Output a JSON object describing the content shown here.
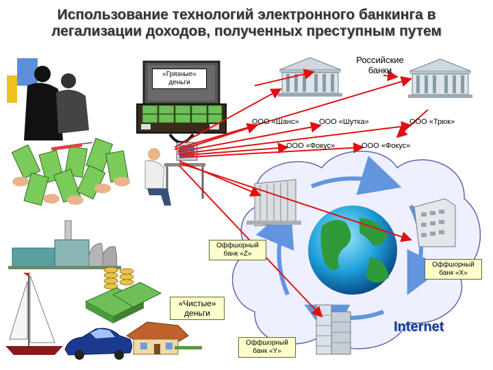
{
  "title": {
    "line1": "Использование технологий электронного банкинга в",
    "line2": "легализации доходов, полученных преступным путем"
  },
  "labels": {
    "dirty_money_line1": "«Грязные»",
    "dirty_money_line2": "деньги",
    "russian_banks_line1": "Российские",
    "russian_banks_line2": "банки",
    "clean_money_line1": "«Чистые»",
    "clean_money_line2": "деньги",
    "offshore_z_line1": "Оффшорный",
    "offshore_z_line2": "банк «Z»",
    "offshore_x_line1": "Оффшорный",
    "offshore_x_line2": "банк «X»",
    "offshore_y_line1": "Оффшорный",
    "offshore_y_line2": "банк «Y»",
    "internet": "Internet"
  },
  "companies": {
    "shans": "ООО «Шанс»",
    "shutka": "ООО «Шутка»",
    "tryuk": "ООО «Трюк»",
    "fokus1": "ООО «Фокус»",
    "fokus2": "ООО «Фокус»"
  },
  "colors": {
    "arrow_red": "#e01010",
    "cloud_fill": "#eef0ff",
    "cloud_stroke": "#5b64b0",
    "cycle_arrow": "#4a86d8",
    "label_box": "#ffffcc"
  },
  "icons": [
    "bank-building-icon",
    "briefcase-icon",
    "money-bill-icon",
    "computer-user-icon",
    "office-tower-icon",
    "globe-icon",
    "factory-icon",
    "coin-stack-icon",
    "yacht-icon",
    "car-icon",
    "house-icon",
    "people-silhouette-icon"
  ]
}
